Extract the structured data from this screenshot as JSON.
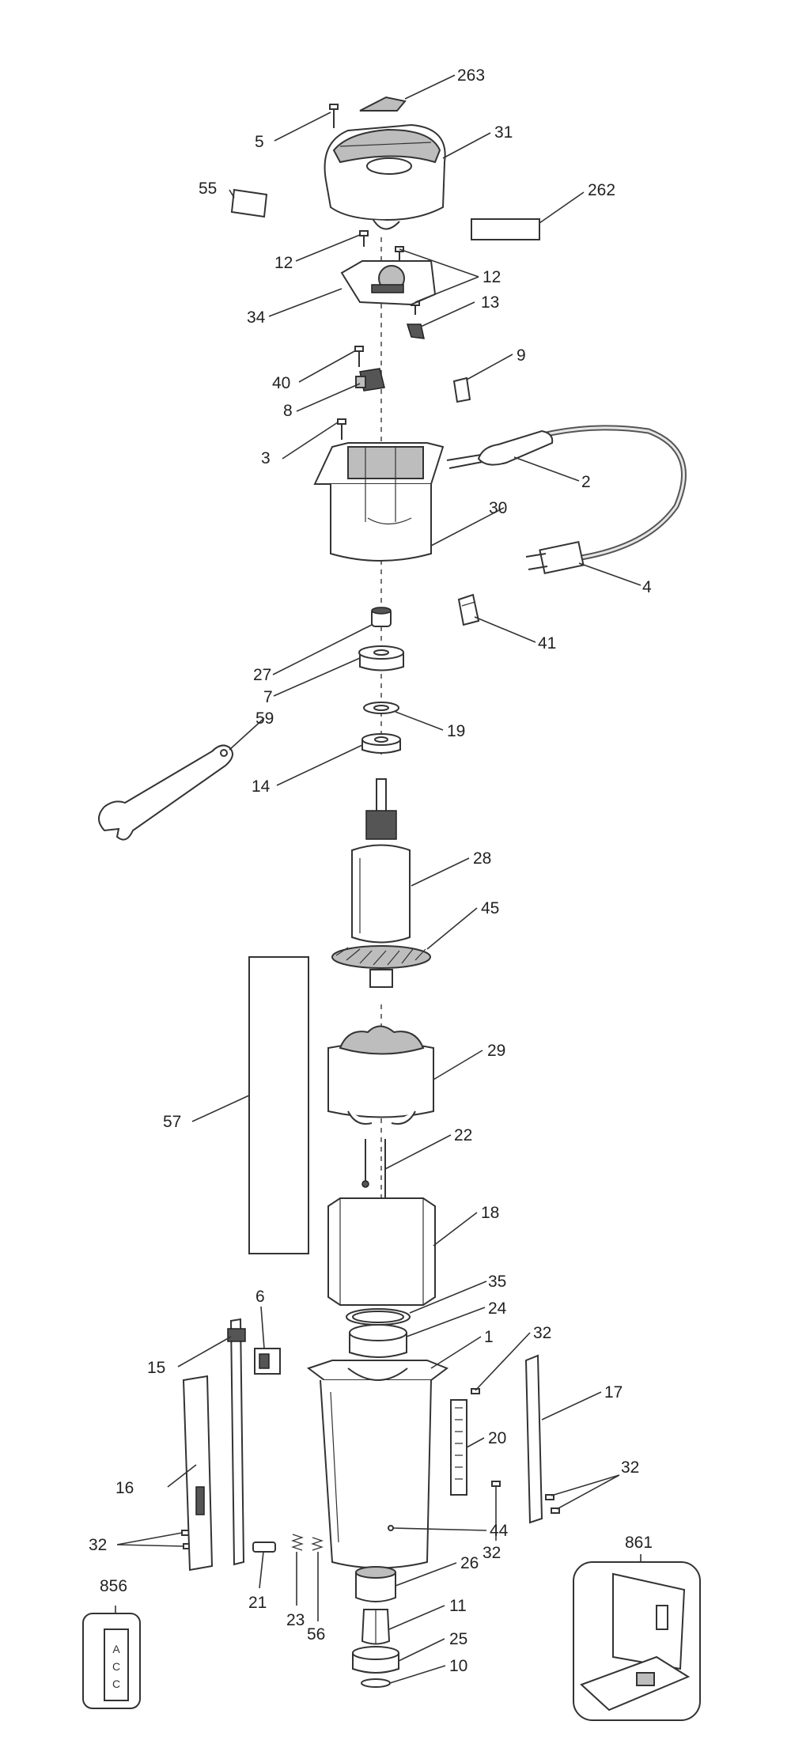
{
  "callouts": [
    {
      "id": "263",
      "text": "263"
    },
    {
      "id": "5",
      "text": "5"
    },
    {
      "id": "31",
      "text": "31"
    },
    {
      "id": "55",
      "text": "55"
    },
    {
      "id": "262",
      "text": "262"
    },
    {
      "id": "12a",
      "text": "12"
    },
    {
      "id": "12b",
      "text": "12"
    },
    {
      "id": "34",
      "text": "34"
    },
    {
      "id": "13",
      "text": "13"
    },
    {
      "id": "40",
      "text": "40"
    },
    {
      "id": "9",
      "text": "9"
    },
    {
      "id": "8",
      "text": "8"
    },
    {
      "id": "3",
      "text": "3"
    },
    {
      "id": "2",
      "text": "2"
    },
    {
      "id": "30",
      "text": "30"
    },
    {
      "id": "4",
      "text": "4"
    },
    {
      "id": "41",
      "text": "41"
    },
    {
      "id": "27",
      "text": "27"
    },
    {
      "id": "7",
      "text": "7"
    },
    {
      "id": "59",
      "text": "59"
    },
    {
      "id": "19",
      "text": "19"
    },
    {
      "id": "14",
      "text": "14"
    },
    {
      "id": "28",
      "text": "28"
    },
    {
      "id": "45",
      "text": "45"
    },
    {
      "id": "29",
      "text": "29"
    },
    {
      "id": "57",
      "text": "57"
    },
    {
      "id": "22",
      "text": "22"
    },
    {
      "id": "18",
      "text": "18"
    },
    {
      "id": "35",
      "text": "35"
    },
    {
      "id": "6",
      "text": "6"
    },
    {
      "id": "24",
      "text": "24"
    },
    {
      "id": "1",
      "text": "1"
    },
    {
      "id": "32a",
      "text": "32"
    },
    {
      "id": "15",
      "text": "15"
    },
    {
      "id": "17",
      "text": "17"
    },
    {
      "id": "20",
      "text": "20"
    },
    {
      "id": "32b",
      "text": "32"
    },
    {
      "id": "16",
      "text": "16"
    },
    {
      "id": "32c",
      "text": "32"
    },
    {
      "id": "44",
      "text": "44"
    },
    {
      "id": "32d",
      "text": "32"
    },
    {
      "id": "861",
      "text": "861"
    },
    {
      "id": "26",
      "text": "26"
    },
    {
      "id": "856",
      "text": "856"
    },
    {
      "id": "21",
      "text": "21"
    },
    {
      "id": "23",
      "text": "23"
    },
    {
      "id": "56",
      "text": "56"
    },
    {
      "id": "11",
      "text": "11"
    },
    {
      "id": "25",
      "text": "25"
    },
    {
      "id": "10",
      "text": "10"
    }
  ],
  "label_856": {
    "line1": "A",
    "line2": "C",
    "line3": "C"
  }
}
